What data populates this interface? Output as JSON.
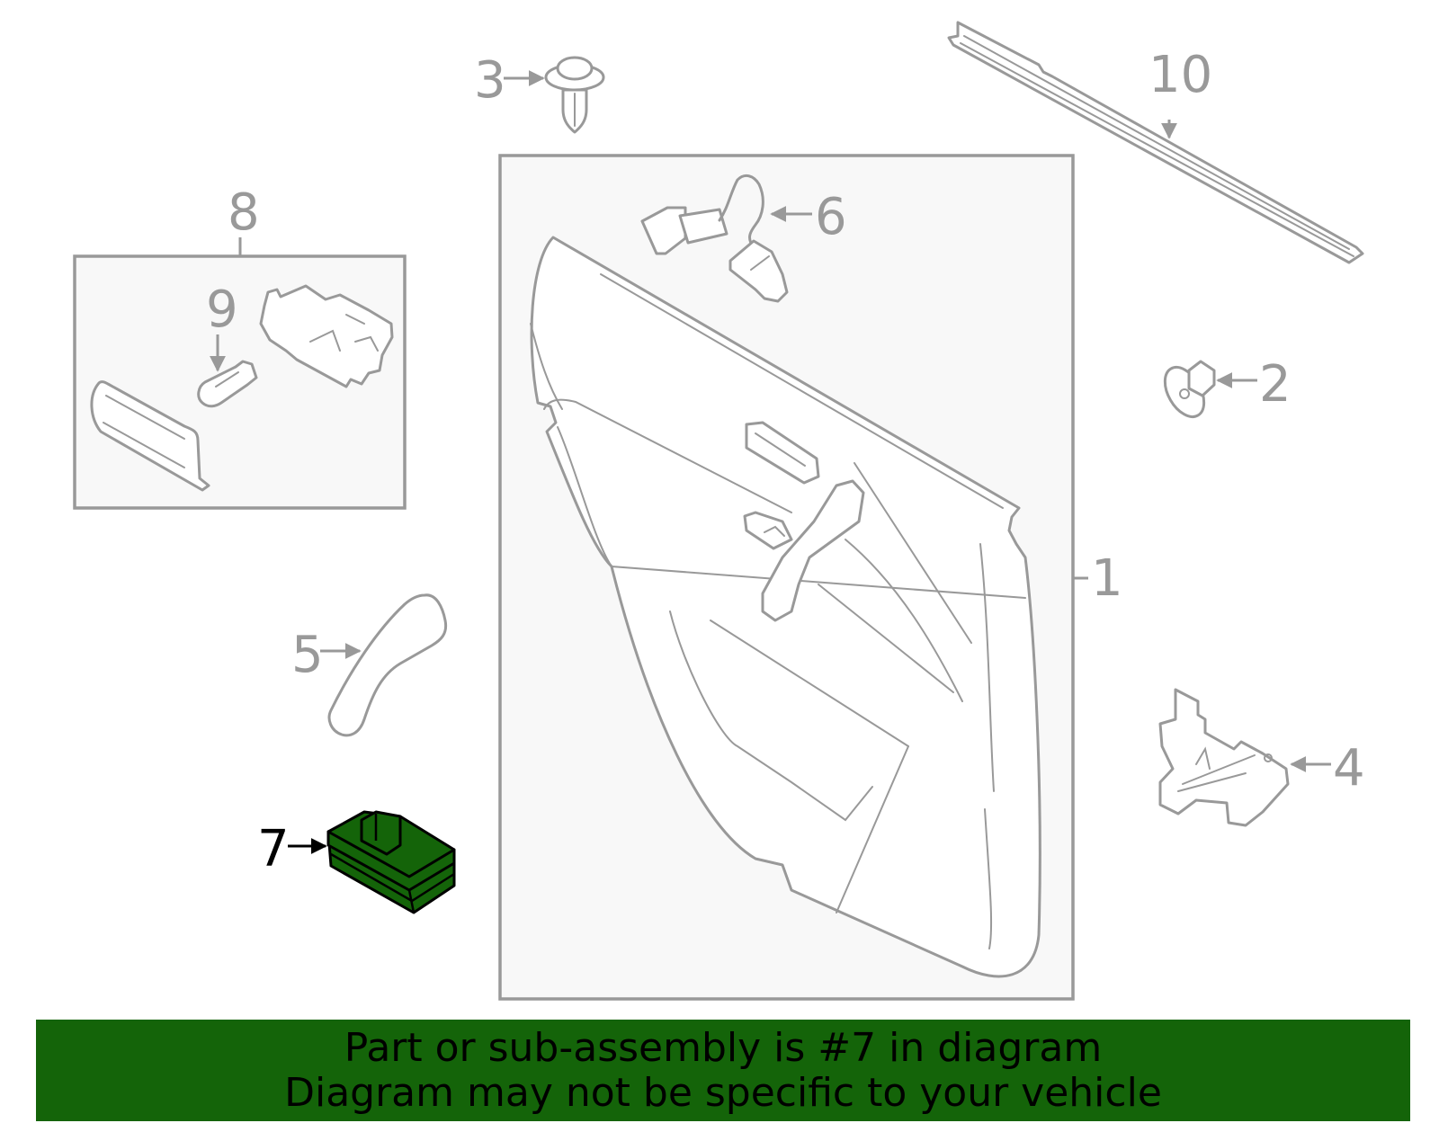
{
  "callouts": {
    "c1": "1",
    "c2": "2",
    "c3": "3",
    "c4": "4",
    "c5": "5",
    "c6": "6",
    "c7": "7",
    "c8": "8",
    "c9": "9",
    "c10": "10"
  },
  "highlighted_part": "7",
  "banner": {
    "line1": "Part or sub-assembly is #7 in diagram",
    "line2": "Diagram may not be specific to your vehicle"
  },
  "colors": {
    "highlight": "#146409",
    "line_art": "#999999",
    "box_fill": "#f8f8f8"
  }
}
